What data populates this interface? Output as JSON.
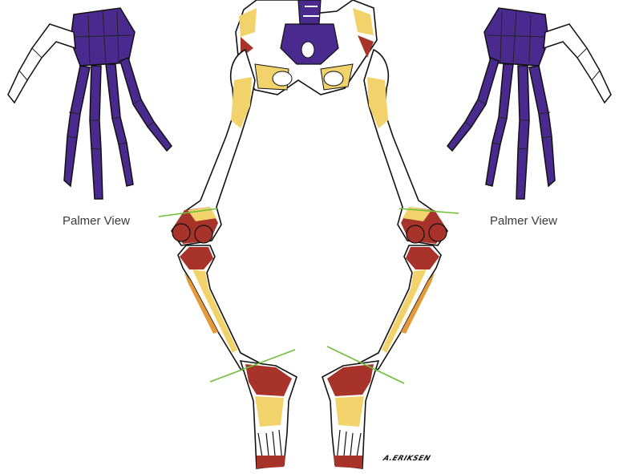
{
  "labels": {
    "left_view": "Palmer View",
    "right_view": "Palmer View"
  },
  "signature": "A.ERIKSEN",
  "colors": {
    "purple": "#4b2a8f",
    "yellow": "#f2d36b",
    "orange": "#e39a3a",
    "red": "#a8332a",
    "outline": "#111111",
    "cut_line": "#6fbf3a"
  }
}
